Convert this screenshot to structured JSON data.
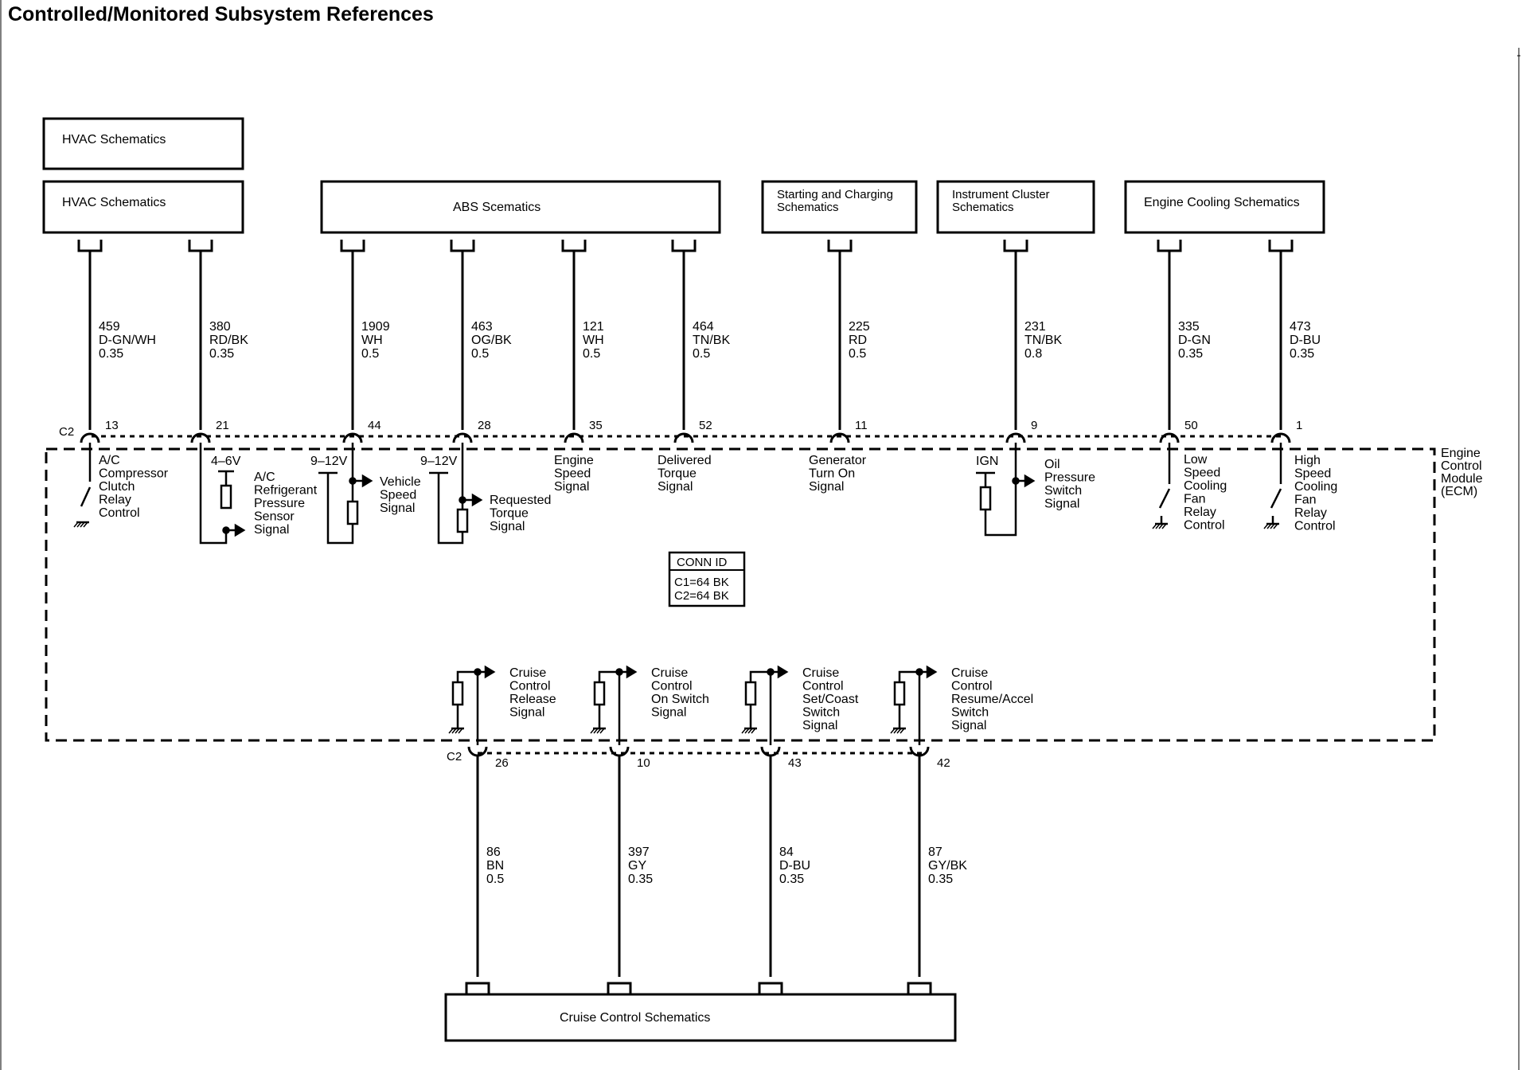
{
  "title": "Controlled/Monitored Subsystem References",
  "boxes": {
    "hvac_1": "HVAC Schematics",
    "hvac_2": "HVAC Schematics",
    "abs": "ABS Scematics",
    "starting_l1": "Starting and Charging",
    "starting_l2": "Schematics",
    "instrument_l1": "Instrument Cluster",
    "instrument_l2": "Schematics",
    "engine_cooling": "Engine Cooling Schematics",
    "cruise": "Cruise Control Schematics"
  },
  "module": {
    "name_lines": [
      "Engine",
      "Control",
      "Module",
      "(ECM)"
    ],
    "connector_top": "C2",
    "connector_bottom": "C2",
    "conn_id_title": "CONN ID",
    "conn_id_lines": [
      "C1=64 BK",
      "C2=64 BK"
    ]
  },
  "top_circuits": [
    {
      "pin": "13",
      "wire": [
        "459",
        "D-GN/WH",
        "0.35"
      ],
      "signal": [
        "A/C",
        "Compressor",
        "Clutch",
        "Relay",
        "Control"
      ]
    },
    {
      "pin": "21",
      "wire": [
        "380",
        "RD/BK",
        "0.35"
      ],
      "voltage": "4–6V",
      "signal": [
        "A/C",
        "Refrigerant",
        "Pressure",
        "Sensor",
        "Signal"
      ]
    },
    {
      "pin": "44",
      "wire": [
        "1909",
        "WH",
        "0.5"
      ],
      "voltage": "9–12V",
      "signal": [
        "Vehicle",
        "Speed",
        "Signal"
      ]
    },
    {
      "pin": "28",
      "wire": [
        "463",
        "OG/BK",
        "0.5"
      ],
      "voltage": "9–12V",
      "signal": [
        "Requested",
        "Torque",
        "Signal"
      ]
    },
    {
      "pin": "35",
      "wire": [
        "121",
        "WH",
        "0.5"
      ],
      "signal": [
        "Engine",
        "Speed",
        "Signal"
      ]
    },
    {
      "pin": "52",
      "wire": [
        "464",
        "TN/BK",
        "0.5"
      ],
      "signal": [
        "Delivered",
        "Torque",
        "Signal"
      ]
    },
    {
      "pin": "11",
      "wire": [
        "225",
        "RD",
        "0.5"
      ],
      "signal": [
        "Generator",
        "Turn On",
        "Signal"
      ]
    },
    {
      "pin": "9",
      "wire": [
        "231",
        "TN/BK",
        "0.8"
      ],
      "voltage": "IGN",
      "signal": [
        "Oil",
        "Pressure",
        "Switch",
        "Signal"
      ]
    },
    {
      "pin": "50",
      "wire": [
        "335",
        "D-GN",
        "0.35"
      ],
      "signal": [
        "Low",
        "Speed",
        "Cooling",
        "Fan",
        "Relay",
        "Control"
      ]
    },
    {
      "pin": "1",
      "wire": [
        "473",
        "D-BU",
        "0.35"
      ],
      "signal": [
        "High",
        "Speed",
        "Cooling",
        "Fan",
        "Relay",
        "Control"
      ]
    }
  ],
  "bottom_circuits": [
    {
      "pin": "26",
      "wire": [
        "86",
        "BN",
        "0.5"
      ],
      "signal": [
        "Cruise",
        "Control",
        "Release",
        "Signal"
      ]
    },
    {
      "pin": "10",
      "wire": [
        "397",
        "GY",
        "0.35"
      ],
      "signal": [
        "Cruise",
        "Control",
        "On Switch",
        "Signal"
      ]
    },
    {
      "pin": "43",
      "wire": [
        "84",
        "D-BU",
        "0.35"
      ],
      "signal": [
        "Cruise",
        "Control",
        "Set/Coast",
        "Switch",
        "Signal"
      ]
    },
    {
      "pin": "42",
      "wire": [
        "87",
        "GY/BK",
        "0.35"
      ],
      "signal": [
        "Cruise",
        "Control",
        "Resume/Accel",
        "Switch",
        "Signal"
      ]
    }
  ]
}
